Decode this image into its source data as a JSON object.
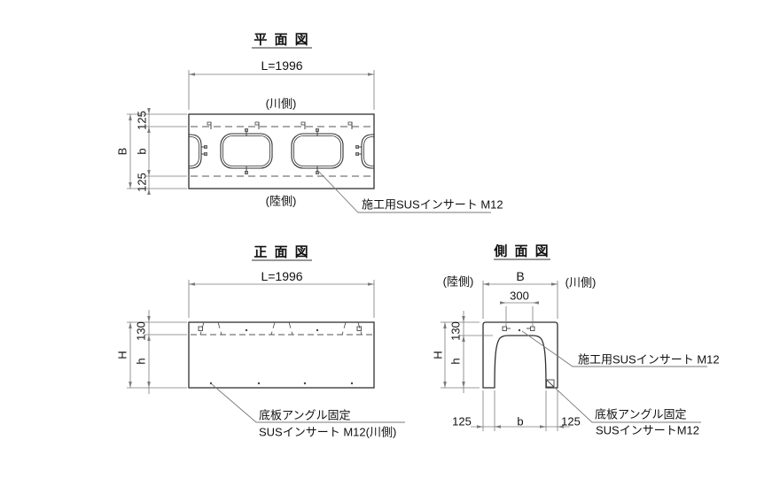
{
  "colors": {
    "background": "#ffffff",
    "line": "#2f2f2f",
    "dim_line": "#7a7a7a",
    "text": "#111111"
  },
  "plan_view": {
    "title": "平 面 図",
    "length_dim": "L=1996",
    "river_side_label": "(川側)",
    "land_side_label": "(陸側)",
    "overall_width_dim": "B",
    "top_margin_dim": "125",
    "inner_width_dim": "b",
    "bottom_margin_dim": "125",
    "insert_note": "施工用SUSインサート M12"
  },
  "front_view": {
    "title": "正 面 図",
    "length_dim": "L=1996",
    "overall_height_dim": "H",
    "top_slab_dim": "130",
    "inner_height_dim": "h",
    "base_insert_note_line1": "底板アングル固定",
    "base_insert_note_line2": "SUSインサート M12(川側)"
  },
  "side_view": {
    "title": "側 面 図",
    "land_side_label": "(陸側)",
    "river_side_label": "(川側)",
    "overall_width_dim": "B",
    "insert_spacing_dim": "300",
    "overall_height_dim": "H",
    "top_slab_dim": "130",
    "inner_height_dim": "h",
    "bottom_left_margin_dim": "125",
    "bottom_inner_width_dim": "b",
    "bottom_right_margin_dim": "125",
    "construction_insert_note": "施工用SUSインサート M12",
    "base_insert_note_line1": "底板アングル固定",
    "base_insert_note_line2": "SUSインサートM12"
  }
}
